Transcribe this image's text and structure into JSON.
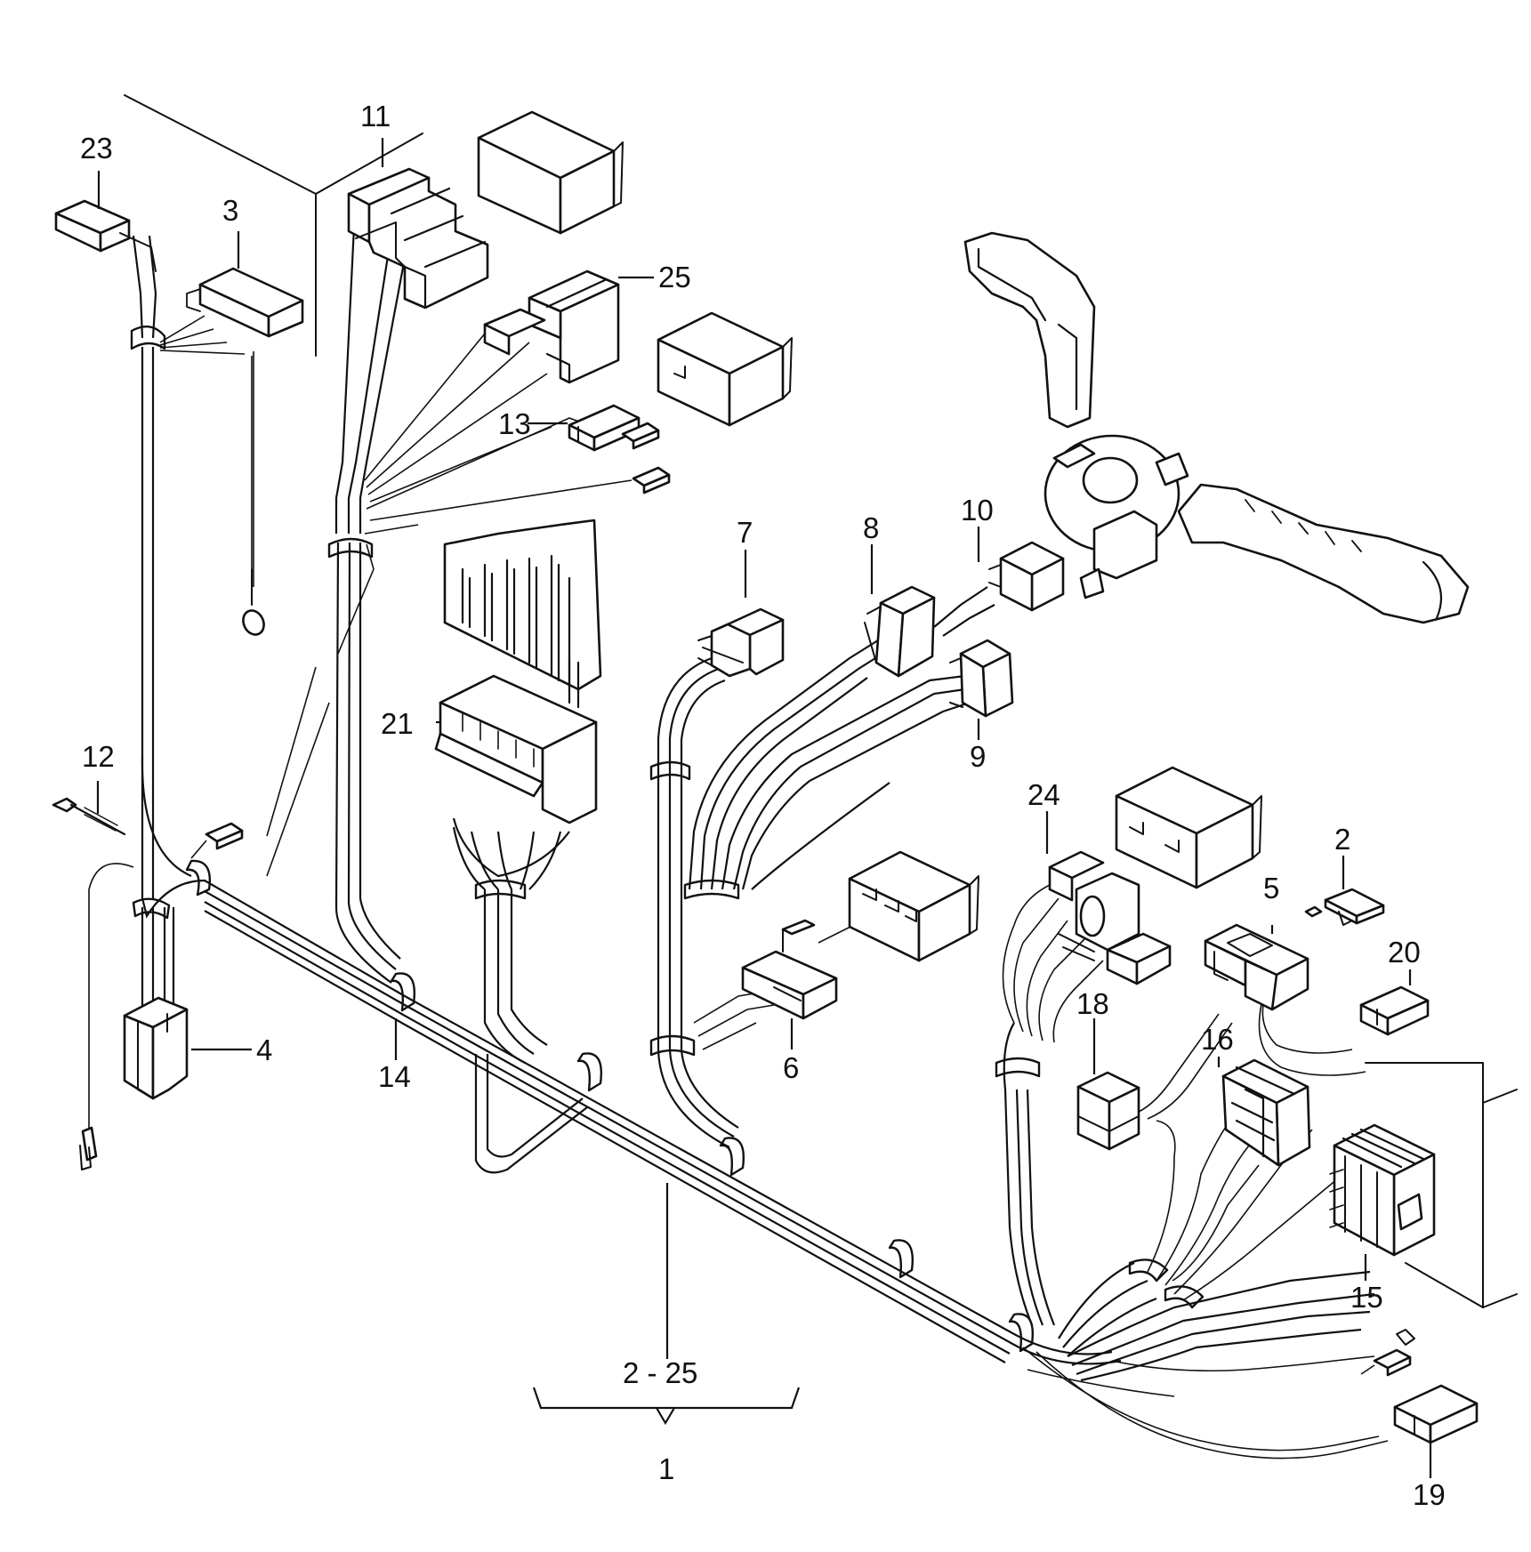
{
  "callouts": {
    "c1": "1",
    "c2": "2",
    "c3": "3",
    "c4": "4",
    "c5": "5",
    "c6": "6",
    "c7": "7",
    "c8": "8",
    "c9": "9",
    "c10": "10",
    "c11": "11",
    "c12": "12",
    "c13": "13",
    "c14": "14",
    "c15": "15",
    "c16": "16",
    "c18": "18",
    "c19": "19",
    "c20": "20",
    "c21": "21",
    "c23": "23",
    "c24": "24",
    "c25": "25"
  },
  "range_label": "2 - 25",
  "colors": {
    "ink": "#111111",
    "paper": "#ffffff"
  }
}
